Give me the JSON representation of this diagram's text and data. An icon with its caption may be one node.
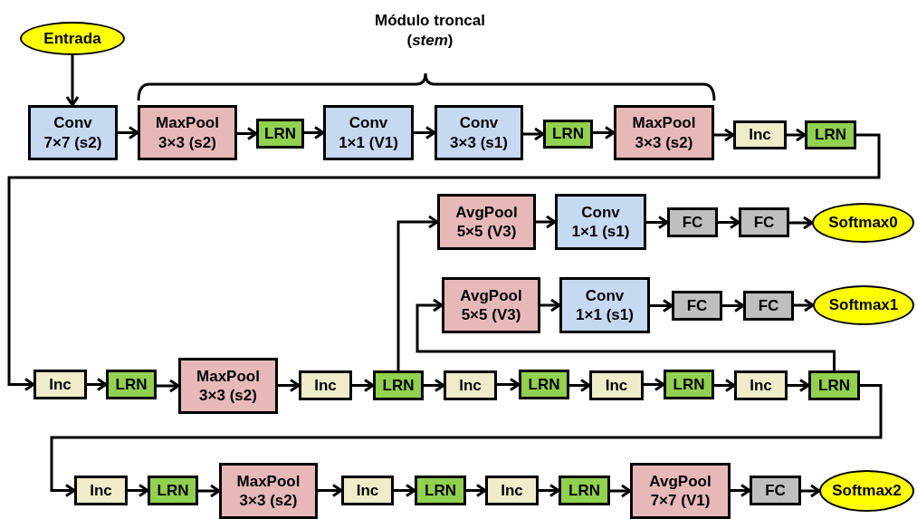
{
  "diagram": {
    "nodes": [
      {
        "text": [
          "Entrada"
        ]
      },
      {
        "text": [
          "Conv",
          "7×7 (s2)"
        ]
      },
      {
        "text": [
          "MaxPool",
          "3×3 (s2)"
        ]
      },
      {
        "text": [
          "LRN"
        ]
      },
      {
        "text": [
          "Conv",
          "1×1 (V1)"
        ]
      },
      {
        "text": [
          "Conv",
          "3×3 (s1)"
        ]
      },
      {
        "text": [
          "LRN"
        ]
      },
      {
        "text": [
          "MaxPool",
          "3×3 (s2)"
        ]
      },
      {
        "text": [
          "Inc"
        ]
      },
      {
        "text": [
          "LRN"
        ]
      },
      {
        "text": [
          "AvgPool",
          "5×5 (V3)"
        ]
      },
      {
        "text": [
          "Conv",
          "1×1 (s1)"
        ]
      },
      {
        "text": [
          "FC"
        ]
      },
      {
        "text": [
          "FC"
        ]
      },
      {
        "text": [
          "Softmax0"
        ]
      },
      {
        "text": [
          "AvgPool",
          "5×5 (V3)"
        ]
      },
      {
        "text": [
          "Conv",
          "1×1 (s1)"
        ]
      },
      {
        "text": [
          "FC"
        ]
      },
      {
        "text": [
          "FC"
        ]
      },
      {
        "text": [
          "Softmax1"
        ]
      },
      {
        "text": [
          "Inc"
        ]
      },
      {
        "text": [
          "LRN"
        ]
      },
      {
        "text": [
          "MaxPool",
          "3×3 (s2)"
        ]
      },
      {
        "text": [
          "Inc"
        ]
      },
      {
        "text": [
          "LRN"
        ]
      },
      {
        "text": [
          "Inc"
        ]
      },
      {
        "text": [
          "LRN"
        ]
      },
      {
        "text": [
          "Inc"
        ]
      },
      {
        "text": [
          "LRN"
        ]
      },
      {
        "text": [
          "Inc"
        ]
      },
      {
        "text": [
          "LRN"
        ]
      },
      {
        "text": [
          "Inc"
        ]
      },
      {
        "text": [
          "LRN"
        ]
      },
      {
        "text": [
          "MaxPool",
          "3×3 (s2)"
        ]
      },
      {
        "text": [
          "Inc"
        ]
      },
      {
        "text": [
          "LRN"
        ]
      },
      {
        "text": [
          "Inc"
        ]
      },
      {
        "text": [
          "LRN"
        ]
      },
      {
        "text": [
          "AvgPool",
          "7×7 (V1)"
        ]
      },
      {
        "text": [
          "FC"
        ]
      },
      {
        "text": [
          "Softmax2"
        ]
      }
    ],
    "edges": [
      {
        "from": 0,
        "to": 1,
        "arrow": "to"
      },
      {
        "from": 1,
        "to": 2,
        "arrow": "to"
      },
      {
        "from": 2,
        "to": 3,
        "arrow": "to"
      },
      {
        "from": 3,
        "to": 4,
        "arrow": "to"
      },
      {
        "from": 4,
        "to": 5,
        "arrow": "to"
      },
      {
        "from": 5,
        "to": 6,
        "arrow": "to"
      },
      {
        "from": 6,
        "to": 7,
        "arrow": "to"
      },
      {
        "from": 7,
        "to": 8,
        "arrow": "to"
      },
      {
        "from": 8,
        "to": 9,
        "arrow": "to"
      },
      {
        "from": 9,
        "to": 20,
        "arrow": "to"
      },
      {
        "from": 20,
        "to": 21,
        "arrow": "to"
      },
      {
        "from": 21,
        "to": 22,
        "arrow": "to"
      },
      {
        "from": 22,
        "to": 23,
        "arrow": "to"
      },
      {
        "from": 23,
        "to": 24,
        "arrow": "to"
      },
      {
        "from": 24,
        "to": 25,
        "arrow": "to"
      },
      {
        "from": 25,
        "to": 26,
        "arrow": "to"
      },
      {
        "from": 26,
        "to": 27,
        "arrow": "to"
      },
      {
        "from": 27,
        "to": 28,
        "arrow": "to"
      },
      {
        "from": 28,
        "to": 29,
        "arrow": "to"
      },
      {
        "from": 29,
        "to": 30,
        "arrow": "to"
      },
      {
        "from": 24,
        "to": 10,
        "arrow": "to"
      },
      {
        "from": 10,
        "to": 11,
        "arrow": "to"
      },
      {
        "from": 11,
        "to": 12,
        "arrow": "to"
      },
      {
        "from": 12,
        "to": 13,
        "arrow": "to"
      },
      {
        "from": 13,
        "to": 14,
        "arrow": "to"
      },
      {
        "from": 30,
        "to": 15,
        "arrow": "to"
      },
      {
        "from": 15,
        "to": 16,
        "arrow": "to"
      },
      {
        "from": 16,
        "to": 17,
        "arrow": "to"
      },
      {
        "from": 17,
        "to": 18,
        "arrow": "to"
      },
      {
        "from": 18,
        "to": 19,
        "arrow": "to"
      },
      {
        "from": 30,
        "to": 31,
        "arrow": "to"
      },
      {
        "from": 31,
        "to": 32,
        "arrow": "to"
      },
      {
        "from": 32,
        "to": 33,
        "arrow": "to"
      },
      {
        "from": 33,
        "to": 34,
        "arrow": "to"
      },
      {
        "from": 34,
        "to": 35,
        "arrow": "to"
      },
      {
        "from": 35,
        "to": 36,
        "arrow": "to"
      },
      {
        "from": 36,
        "to": 37,
        "arrow": "to"
      },
      {
        "from": 37,
        "to": 38,
        "arrow": "to"
      },
      {
        "from": 38,
        "to": 39,
        "arrow": "to"
      },
      {
        "from": 39,
        "to": 40,
        "arrow": "to"
      }
    ],
    "labels": [
      "Módulo troncal (*stem*)"
    ]
  }
}
